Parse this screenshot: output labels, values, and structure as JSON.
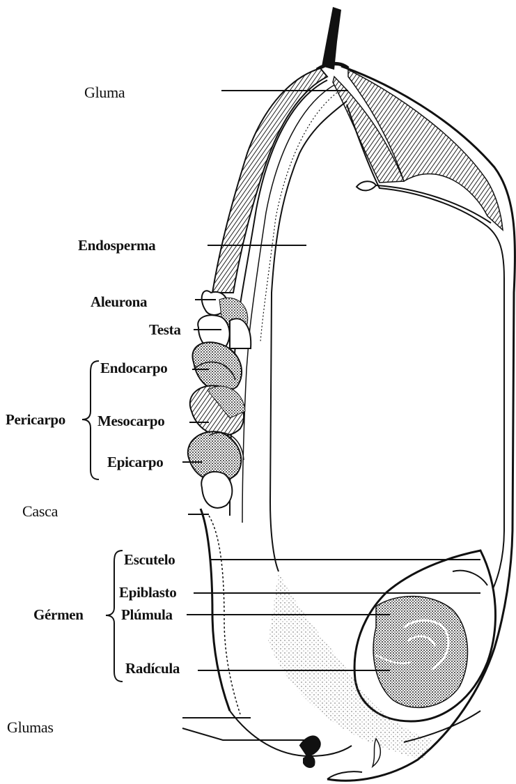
{
  "labels": {
    "gluma": "Gluma",
    "endosperma": "Endosperma",
    "aleurona": "Aleurona",
    "testa": "Testa",
    "pericarpo": "Pericarpo",
    "endocarpo": "Endocarpo",
    "mesocarpo": "Mesocarpo",
    "epicarpo": "Epicarpo",
    "casca": "Casca",
    "germen": "Gérmen",
    "escutelo": "Escutelo",
    "epiblasto": "Epiblasto",
    "plumula": "Plúmula",
    "radicula": "Radícula",
    "glumas": "Glumas"
  },
  "colors": {
    "ink": "#111111",
    "background": "#ffffff",
    "stipple": "#555555"
  }
}
